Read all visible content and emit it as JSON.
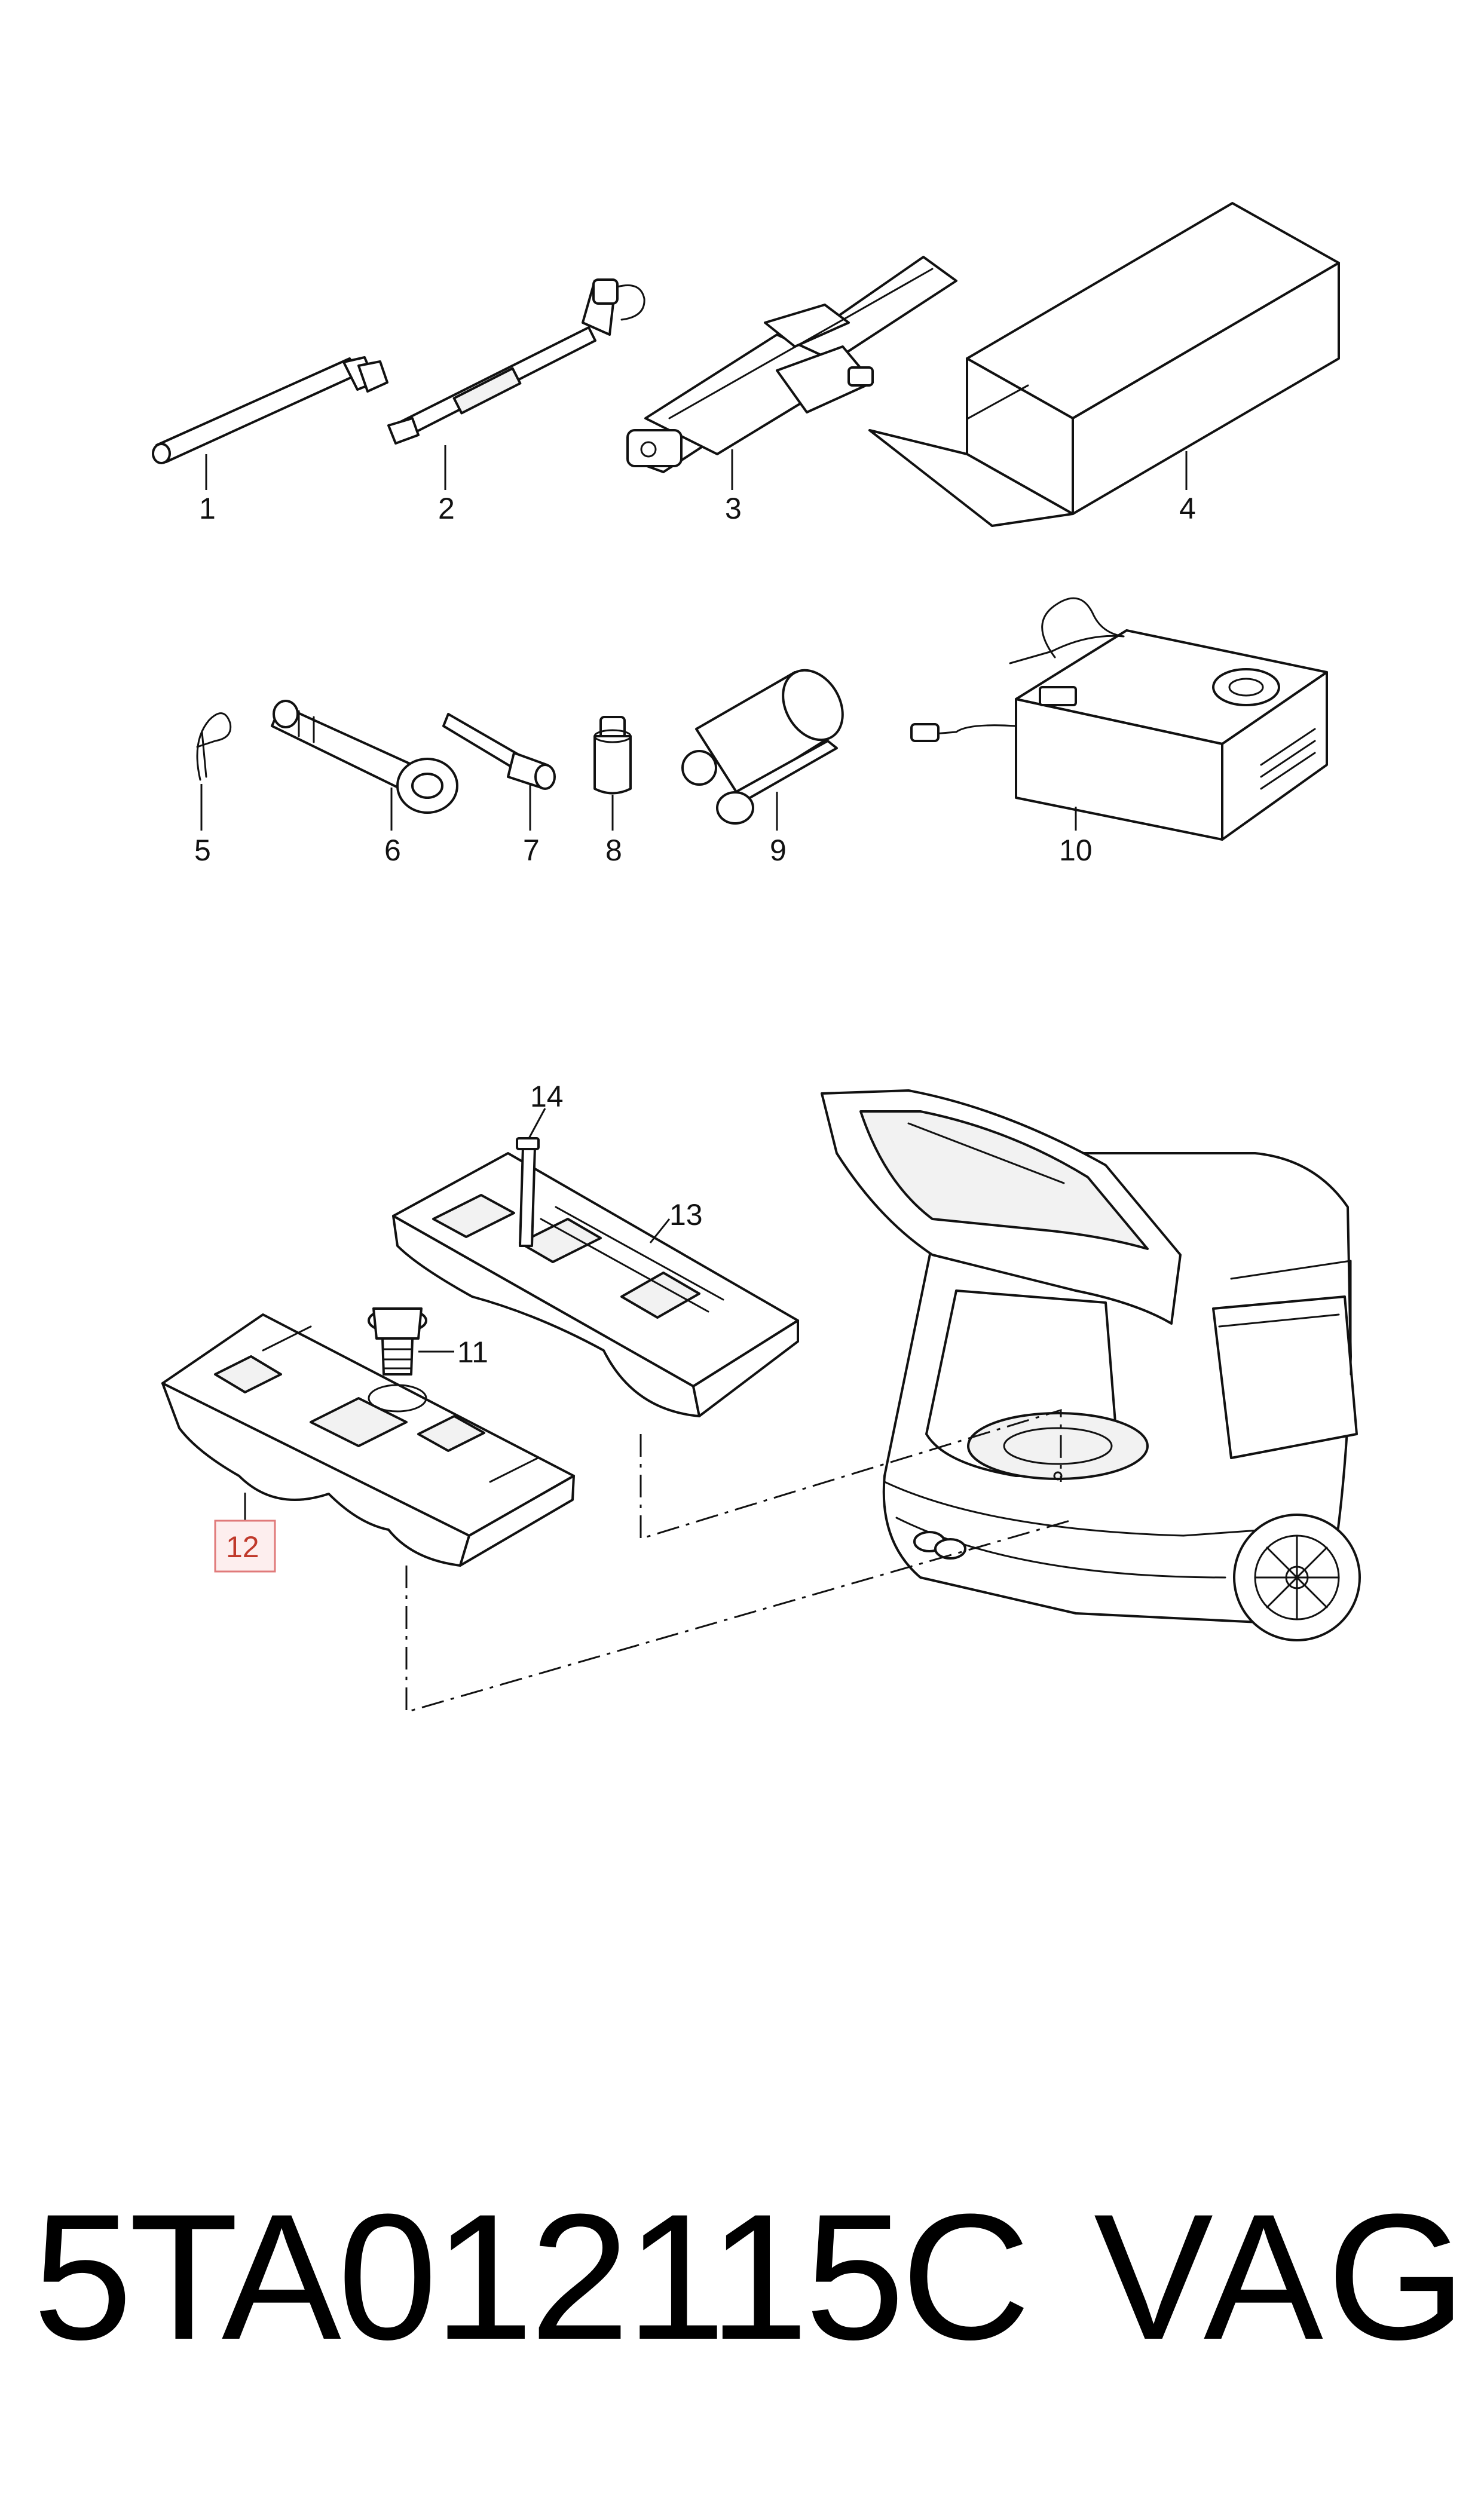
{
  "callouts": {
    "c1": "1",
    "c2": "2",
    "c3": "3",
    "c4": "4",
    "c5": "5",
    "c6": "6",
    "c7": "7",
    "c8": "8",
    "c9": "9",
    "c10": "10",
    "c11": "11",
    "c12": "12",
    "c13": "13",
    "c14": "14"
  },
  "highlighted_callout": "12",
  "highlight_color": "#e07a7a",
  "footer": {
    "part_number": "5TA012115C",
    "brand": "VAG"
  }
}
